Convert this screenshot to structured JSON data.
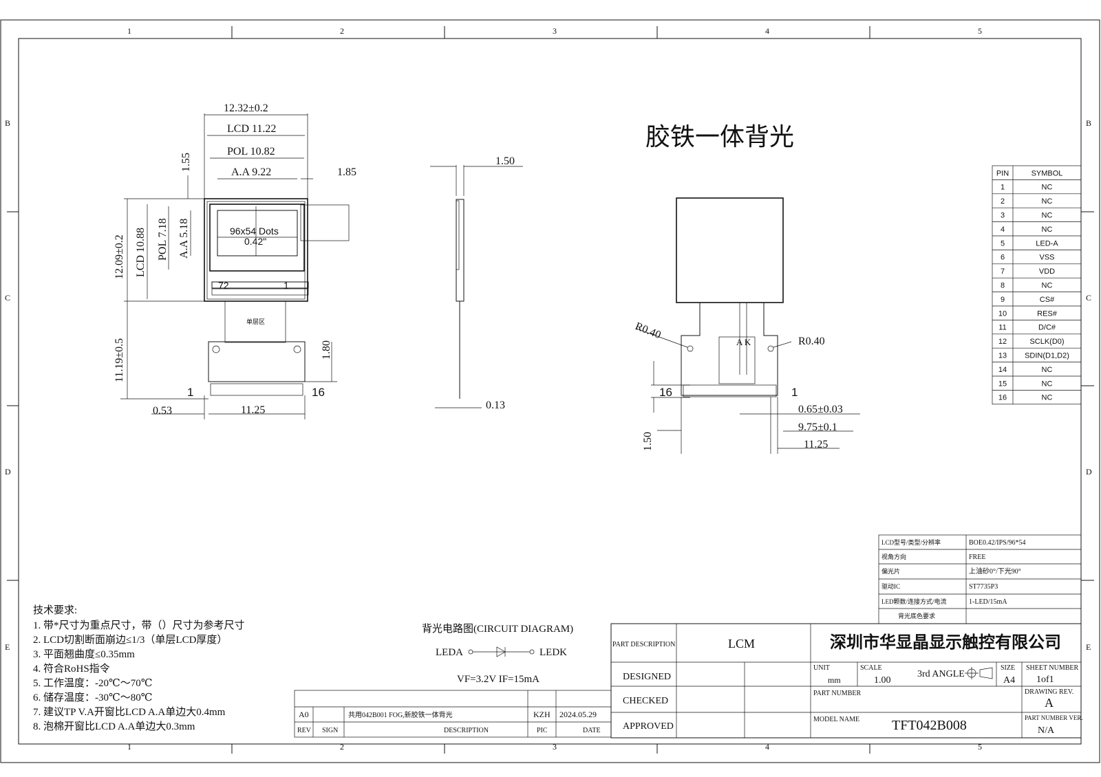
{
  "border": {
    "columns": [
      "1",
      "2",
      "3",
      "4",
      "5"
    ],
    "rows": [
      "B",
      "C",
      "D",
      "E"
    ]
  },
  "front_view": {
    "dim_width": "12.32±0.2",
    "dim_lcd": "LCD 11.22",
    "dim_pol": "POL 10.82",
    "dim_aa": "A.A 9.22",
    "dim_fpc_offset": "1.85",
    "dim_top_gap": "1.55",
    "dim_height": "12.09±0.2",
    "dim_lcd_h": "LCD 10.88",
    "dim_pol_h": "POL 7.18",
    "dim_aa_h": "A.A 5.18",
    "dot_label": "96x54 Dots",
    "size_label": "0.42\"",
    "pin_72": "72",
    "pin_1_chip": "1",
    "fpc_text": "单层区",
    "dim_tail": "11.19±0.5",
    "dim_pad_h": "1.80",
    "pin_left": "1",
    "pin_right": "16",
    "dim_offset": "0.53",
    "dim_pad_w": "11.25"
  },
  "side_view": {
    "dim_thickness": "1.50",
    "dim_fpc_thick": "0.13"
  },
  "backlight_view": {
    "title": "胶铁一体背光",
    "radius_left": "R0.40",
    "radius_right": "R0.40",
    "ak_label": "A K",
    "pin_left": "16",
    "pin_right": "1",
    "dim_pitch": "0.65±0.03",
    "dim_span": "9.75±0.1",
    "dim_width": "11.25",
    "dim_height": "1.50"
  },
  "pin_table": {
    "headers": [
      "PIN",
      "SYMBOL"
    ],
    "rows": [
      [
        "1",
        "NC"
      ],
      [
        "2",
        "NC"
      ],
      [
        "3",
        "NC"
      ],
      [
        "4",
        "NC"
      ],
      [
        "5",
        "LED-A"
      ],
      [
        "6",
        "VSS"
      ],
      [
        "7",
        "VDD"
      ],
      [
        "8",
        "NC"
      ],
      [
        "9",
        "CS#"
      ],
      [
        "10",
        "RES#"
      ],
      [
        "11",
        "D/C#"
      ],
      [
        "12",
        "SCLK(D0)"
      ],
      [
        "13",
        "SDIN(D1,D2)"
      ],
      [
        "14",
        "NC"
      ],
      [
        "15",
        "NC"
      ],
      [
        "16",
        "NC"
      ]
    ]
  },
  "spec_table": {
    "rows": [
      [
        "LCD型号/类型/分辨率",
        "BOE0.42/IPS/96*54"
      ],
      [
        "视角方向",
        "FREE"
      ],
      [
        "偏光片",
        "上油砂0°/下光90°"
      ],
      [
        "驱动IC",
        "ST7735P3"
      ],
      [
        "LED颗数/连接方式/电流",
        "1-LED/15mA"
      ],
      [
        "背光底色要求",
        ""
      ]
    ]
  },
  "notes": {
    "title": "技术要求:",
    "items": [
      "1. 带*尺寸为重点尺寸，带（）尺寸为参考尺寸",
      "2. LCD切割断面崩边≤1/3（单层LCD厚度）",
      "3. 平面翘曲度≤0.35mm",
      "4. 符合RoHS指令",
      "5. 工作温度：-20℃～70℃",
      "6. 储存温度：-30℃～80℃",
      "7. 建议TP V.A开窗比LCD A.A单边大0.4mm",
      "8. 泡棉开窗比LCD A.A单边大0.3mm"
    ]
  },
  "circuit": {
    "title": "背光电路图(CIRCUIT DIAGRAM)",
    "leda": "LEDA",
    "ledk": "LEDK",
    "params": "VF=3.2V   IF=15mA"
  },
  "revision": {
    "rev": "A0",
    "sign": "",
    "description": "共用042B001 FOG,新胶铁一体背光",
    "pic": "KZH",
    "date": "2024.05.29",
    "h_rev": "REV",
    "h_sign": "SIGN",
    "h_desc": "DESCRIPTION",
    "h_pic": "PIC",
    "h_date": "DATE"
  },
  "title_block": {
    "part_description_label": "PART DESCRIPTION",
    "part_description": "LCM",
    "company": "深圳市华显晶显示触控有限公司",
    "designed": "DESIGNED",
    "checked": "CHECKED",
    "approved": "APPROVED",
    "unit_label": "UNIT",
    "unit": "mm",
    "scale_label": "SCALE",
    "scale": "1.00",
    "angle": "3rd ANGLE",
    "size_label": "SIZE",
    "size": "A4",
    "sheet_label": "SHEET NUMBER",
    "sheet": "1of1",
    "part_number_label": "PART NUMBER",
    "drawing_rev_label": "DRAWING REV.",
    "drawing_rev": "A",
    "model_name_label": "MODEL NAME",
    "model_name": "TFT042B008",
    "part_number_ver_label": "PART NUMBER VER.",
    "part_number_ver": "N/A"
  }
}
